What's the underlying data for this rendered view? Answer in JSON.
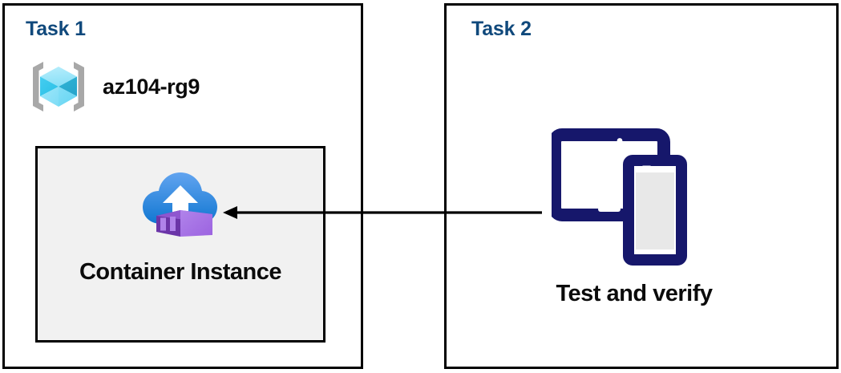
{
  "diagram": {
    "title_text_color": "#10497c",
    "panels": [
      {
        "id": "task1",
        "title": "Task 1",
        "resource_group": {
          "icon": "azure-resource-group-icon",
          "label": "az104-rg9"
        },
        "resource": {
          "icon": "azure-container-instance-icon",
          "label": "Container Instance",
          "fill_color": "#f1f1f1",
          "border_color": "#000000"
        }
      },
      {
        "id": "task2",
        "title": "Task 2",
        "resource": {
          "icon": "tablet-and-phone-icon",
          "label": "Test and verify",
          "icon_color": "#16176b"
        }
      }
    ],
    "connector": {
      "name": "flow-arrow",
      "direction": "right-to-left",
      "from": "Test and verify",
      "to": "Container Instance",
      "color": "#000000"
    },
    "palette": {
      "panel_border": "#000000",
      "card_fill": "#f1f1f1",
      "title_blue": "#10497c",
      "cloud_blue_light": "#5ea0ee",
      "cloud_blue_dark": "#1a79d4",
      "container_purple_light": "#a873e6",
      "container_purple_dark": "#6b35a8",
      "rg_cube_cyan_light": "#9ce7fb",
      "rg_cube_cyan_dark": "#32c5e8",
      "rg_bracket_gray": "#a6a6a6",
      "device_navy": "#16176b",
      "device_screen_gray": "#e8e8e8"
    }
  }
}
